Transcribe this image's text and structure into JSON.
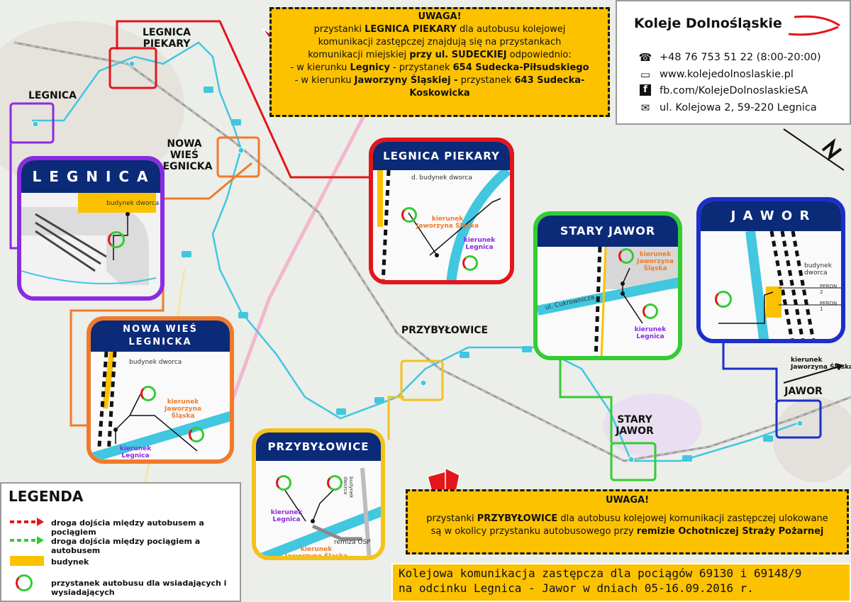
{
  "warning_top": {
    "heading": "UWAGA!",
    "line1_pre": "przystanki ",
    "line1_bold": "LEGNICA PIEKARY",
    "line1_post": " dla autobusu kolejowej",
    "line2": "komunikacji zastępczej znajdują się na przystankach",
    "line3_pre": "komunikacji miejskiej ",
    "line3_bold": "przy ul. SUDECKIEJ",
    "line3_post": " odpowiednio:",
    "line4_pre": "- w kierunku ",
    "line4_bold1": "Legnicy",
    "line4_mid": " - przystanek ",
    "line4_bold2": "654 Sudecka-Piłsudskiego",
    "line5_pre": "- w kierunku ",
    "line5_bold1": "Jaworzyny Śląskiej -",
    "line5_mid": " przystanek ",
    "line5_bold2": "643 Sudecka-",
    "line6_bold": "Koskowicka"
  },
  "contact": {
    "brand": "Koleje Dolnośląskie",
    "phone": "+48 76 753 51 22 (8:00-20:00)",
    "www": "www.kolejedolnoslaskie.pl",
    "fb": "fb.com/KolejeDolnoslaskieSA",
    "address": "ul. Kolejowa 2, 59-220 Legnica"
  },
  "map_labels": {
    "legnica_piekary": "LEGNICA PIEKARY",
    "legnica": "LEGNICA",
    "nowa_wies": "NOWA WIEŚ LEGNICKA",
    "przybylowice": "PRZYBYŁOWICE",
    "stary_jawor": "STARY JAWOR",
    "jawor": "JAWOR",
    "kierunek_jaworzyna": "kierunek Jaworzyna Śląska"
  },
  "insets": {
    "legnica": {
      "title": "L E G N I C A",
      "building": "budynek dworca"
    },
    "piekary": {
      "title": "LEGNICA PIEKARY",
      "building": "d. budynek dworca",
      "dir1": "kierunek Jaworzyna Śląska",
      "dir2": "kierunek Legnica"
    },
    "stary_jawor": {
      "title": "STARY JAWOR",
      "street": "ul. Cukrownicza",
      "dir1": "kierunek Jaworzyna Śląska",
      "dir2": "kierunek Legnica"
    },
    "jawor": {
      "title": "J A W O R",
      "building": "budynek dworca",
      "peron2": "PERON 2",
      "peron1": "PERON 1"
    },
    "nowa_wies": {
      "title1": "NOWA WIEŚ",
      "title2": "LEGNICKA",
      "building": "budynek dworca",
      "dir1": "kierunek Jaworzyna Śląska",
      "dir2": "kierunek Legnica"
    },
    "przybylowice": {
      "title": "PRZYBYŁOWICE",
      "building": "budynek dworca",
      "dir1": "kierunek Legnica",
      "dir2": "kierunek Jaworzyna Śląska",
      "osp": "remiza OSP"
    }
  },
  "warning_bottom": {
    "heading": "UWAGA!",
    "line1_pre": "przystanki ",
    "line1_bold": "PRZYBYŁOWICE",
    "line1_post": " dla autobusu kolejowej komunikacji zastępczej ulokowane",
    "line2_pre": "są w okolicy przystanku autobusowego przy ",
    "line2_bold": "remizie Ochotniczej Straży Pożarnej"
  },
  "legend": {
    "title": "LEGENDA",
    "items": [
      "droga dojścia między autobusem a pociągiem",
      "droga dojścia między pociągiem a autobusem",
      "budynek",
      "przystanek autobusu dla wsiadających i wysiadających"
    ]
  },
  "footer": {
    "line1": "Kolejowa komunikacja zastępcza dla pociągów 69130 i 69148/9",
    "line2": "na odcinku Legnica - Jawor w dniach 05-16.09.2016 r."
  },
  "colors": {
    "bus_route": "#41c7e0",
    "railway": "#a9a9a9",
    "legnica_frame": "#8a2be2",
    "piekary_frame": "#e3161b",
    "nowa_wies_frame": "#f07a2b",
    "przybylowice_frame": "#f3c21b",
    "stary_jawor_frame": "#33cc33",
    "jawor_frame": "#1b2fc9",
    "title_bar": "#0b2a78",
    "warning": "#fcc200"
  }
}
